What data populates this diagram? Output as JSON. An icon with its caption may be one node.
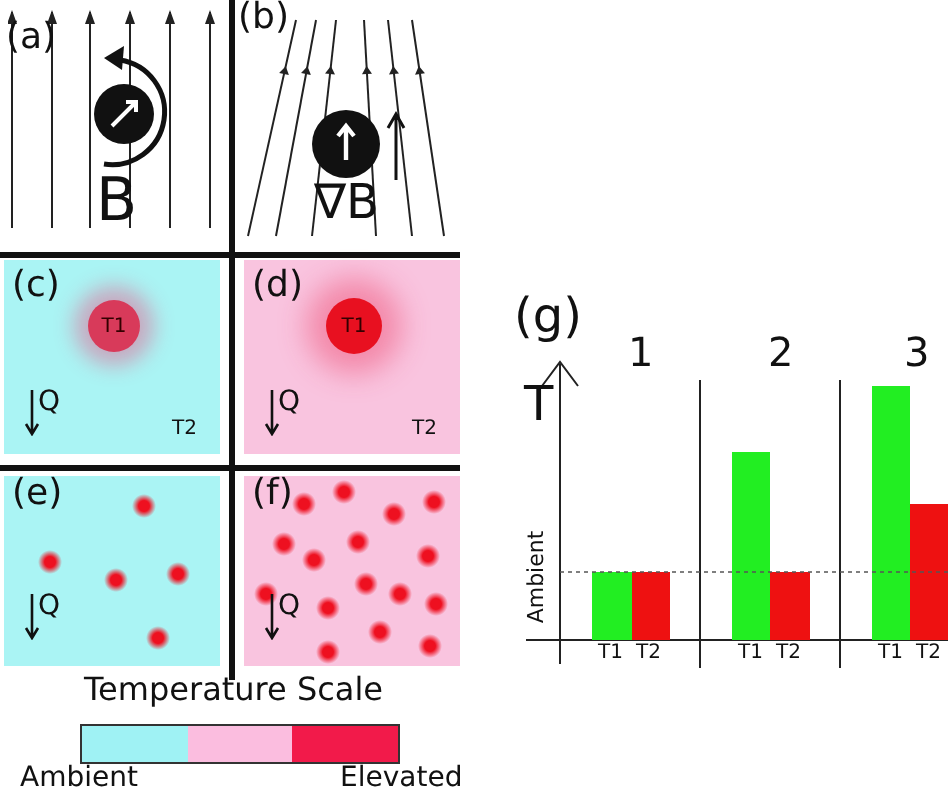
{
  "diagram": {
    "nodes": [
      {
        "text": [
          "(c)",
          "Q",
          "T2"
        ]
      },
      {
        "text": [
          "T1"
        ],
        "in": 0
      },
      {
        "text": [
          "(d)",
          "Q",
          "T2"
        ]
      },
      {
        "text": [
          "T1"
        ],
        "in": 2
      },
      {
        "text": [
          "(e)",
          "Q"
        ]
      },
      {
        "text": [
          "(f)",
          "Q"
        ]
      }
    ],
    "labels": [
      "(a)",
      "B",
      "(b)",
      "∇B",
      "Temperature Scale",
      "Ambient",
      "Elevated",
      "(g)",
      "T",
      "1",
      "2",
      "3",
      "Ambient",
      "T1",
      "T2",
      "T1",
      "T2",
      "T1",
      "T2"
    ]
  }
}
